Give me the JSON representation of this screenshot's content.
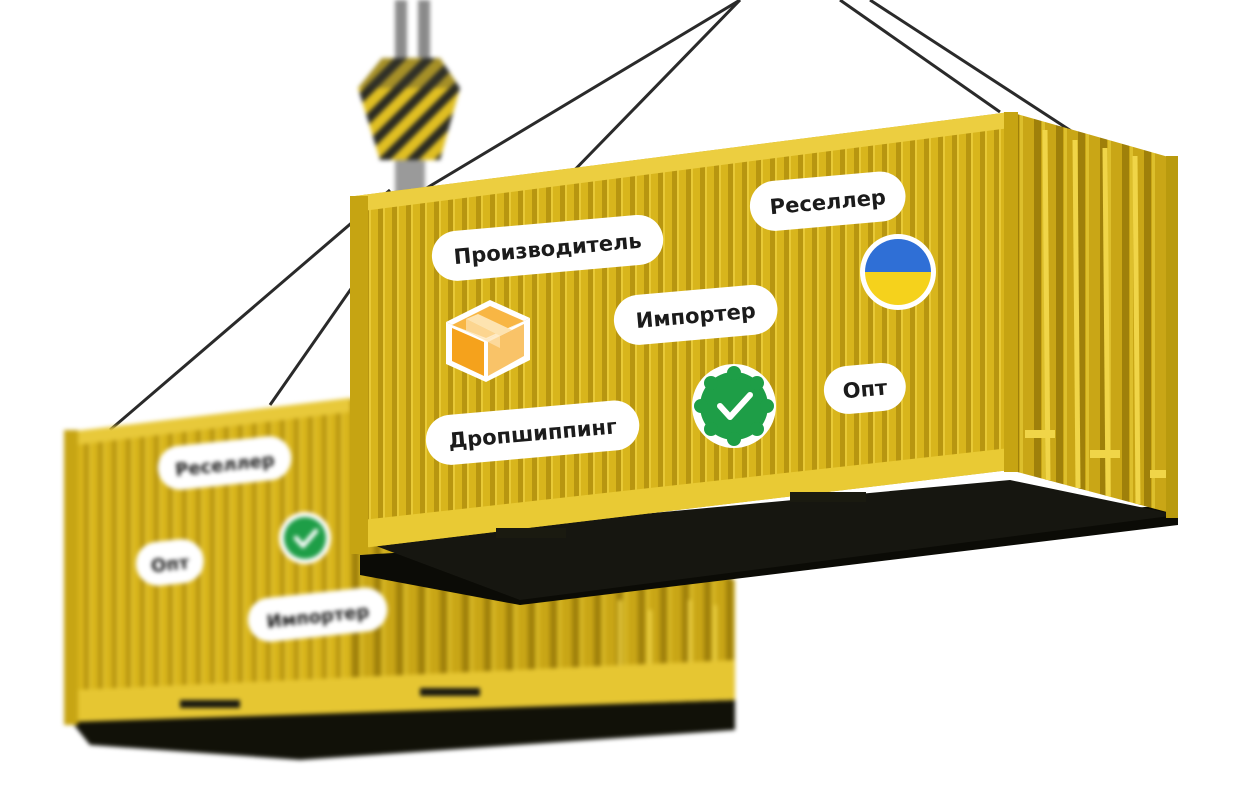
{
  "back_container": {
    "labels": {
      "reseller": "Реселлер",
      "opt": "Опт",
      "importer": "Импортер"
    }
  },
  "front_container": {
    "labels": {
      "manufacturer": "Производитель",
      "reseller": "Реселлер",
      "importer": "Импортер",
      "opt": "Опт",
      "dropshipping": "Дропшиппинг"
    }
  },
  "colors": {
    "container_yellow": "#d9b620",
    "container_dark": "#a88a0a",
    "container_shadow": "#1a1a10",
    "check_green": "#1e9e47",
    "box_orange": "#f5a21c",
    "flag_blue": "#2f6fd6",
    "flag_yellow": "#f5d21c"
  },
  "icons": {
    "check_badge": "check-badge-icon",
    "parcel": "parcel-box-icon",
    "flag": "ukraine-flag-icon",
    "hook": "crane-hook-icon"
  }
}
